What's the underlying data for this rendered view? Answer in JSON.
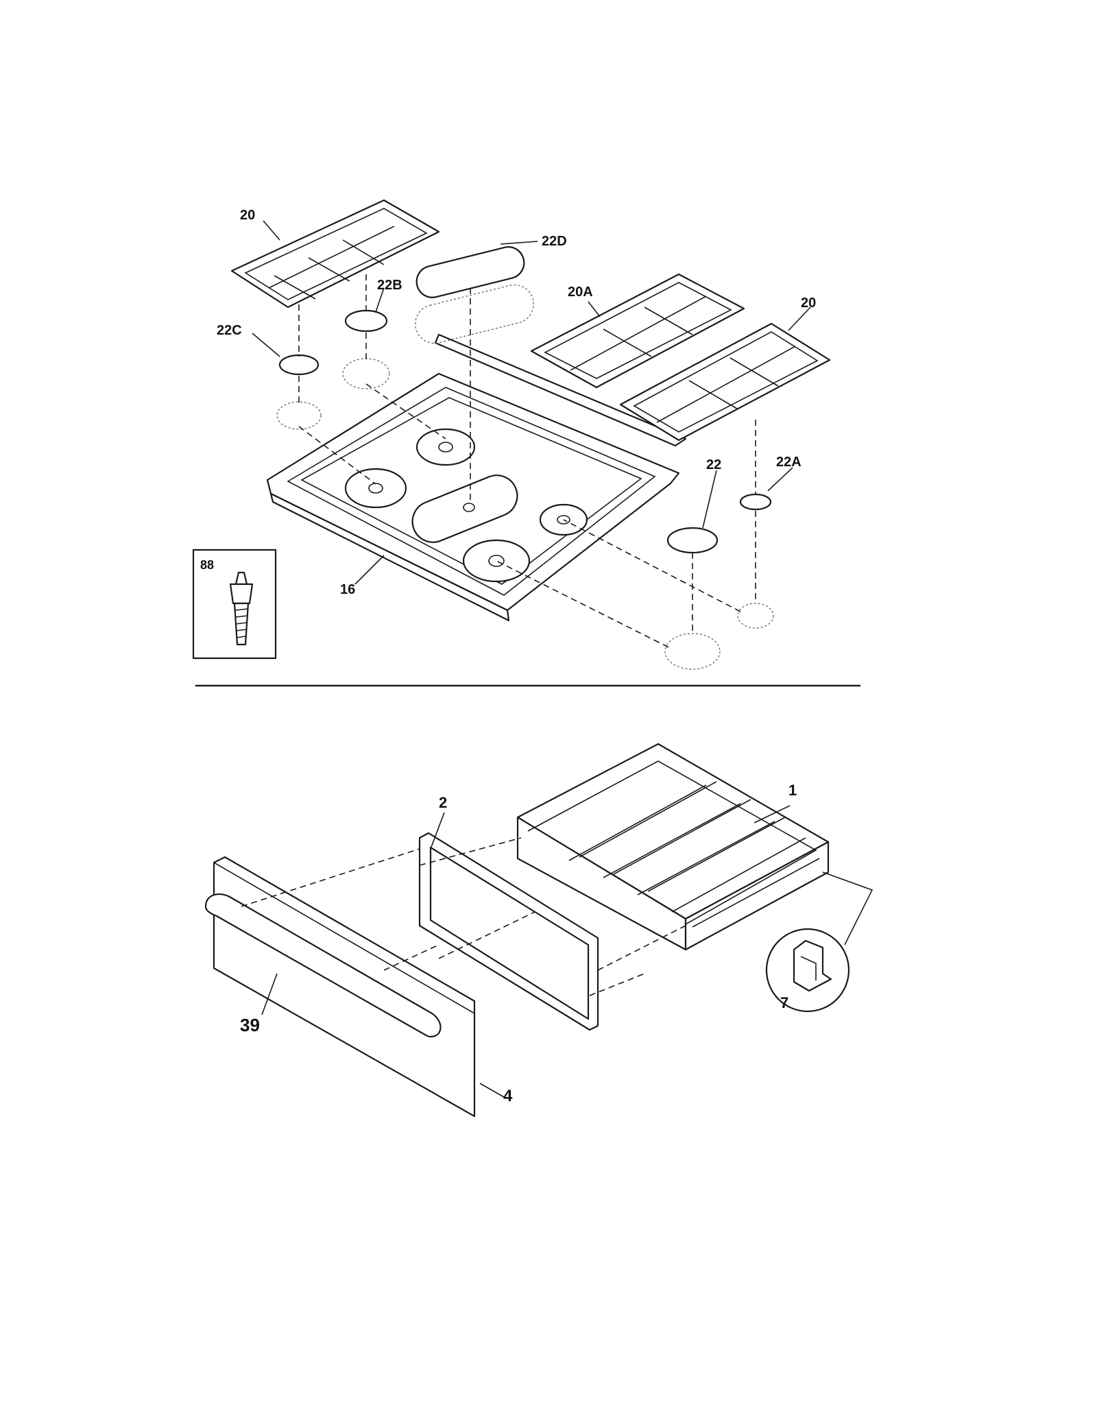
{
  "labels": {
    "grate_left": "20",
    "griddle_cover": "22D",
    "cap_small_left": "22B",
    "cap_left": "22C",
    "grate_center_right": "20A",
    "grate_right": "20",
    "cap_right": "22A",
    "cap_right_large": "22",
    "cooktop": "16",
    "stud": "88",
    "drawer_body": "1",
    "drawer_frame": "2",
    "clip": "7",
    "drawer_handle": "39",
    "drawer_front": "4"
  }
}
